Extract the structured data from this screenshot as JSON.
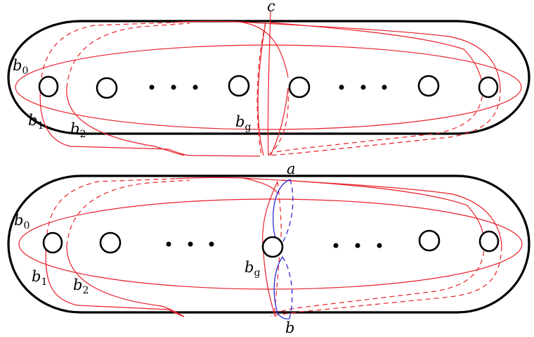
{
  "colors": {
    "curve_red": "#e8202a",
    "curve_blue": "#2a2ad8",
    "outline": "#000000"
  },
  "top_panel": {
    "label_c": "c",
    "b0": {
      "base": "b",
      "sub": "0"
    },
    "b1": {
      "base": "b",
      "sub": "1"
    },
    "b2": {
      "base": "b",
      "sub": "2"
    },
    "bg": {
      "base": "b",
      "sub": "g"
    }
  },
  "bottom_panel": {
    "label_a": "a",
    "label_b": "b",
    "b0": {
      "base": "b",
      "sub": "0"
    },
    "b1": {
      "base": "b",
      "sub": "1"
    },
    "b2": {
      "base": "b",
      "sub": "2"
    },
    "bg": {
      "base": "b",
      "sub": "g"
    }
  }
}
